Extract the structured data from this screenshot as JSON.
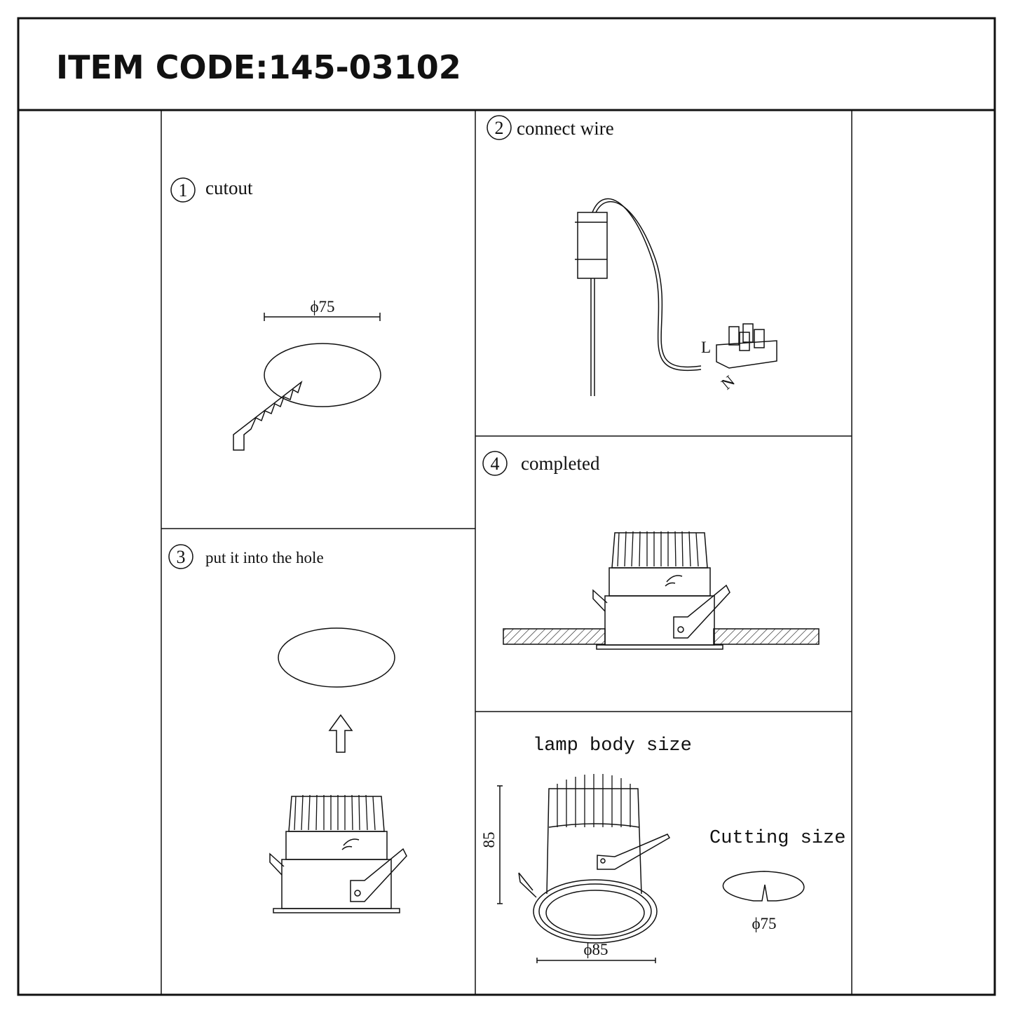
{
  "header": {
    "item_code": "ITEM CODE:145-03102"
  },
  "steps": [
    {
      "number": "1",
      "label": "cutout",
      "dimension": "ϕ75"
    },
    {
      "number": "2",
      "label": "connect wire",
      "wire_labels": [
        "L",
        "N"
      ]
    },
    {
      "number": "3",
      "label": "put it into the hole"
    },
    {
      "number": "4",
      "label": "completed"
    }
  ],
  "sizes": {
    "lamp_body_label": "lamp body size",
    "height": "85",
    "diameter": "ϕ85",
    "cutting_label": "Cutting size",
    "cutting_diameter": "ϕ75"
  }
}
